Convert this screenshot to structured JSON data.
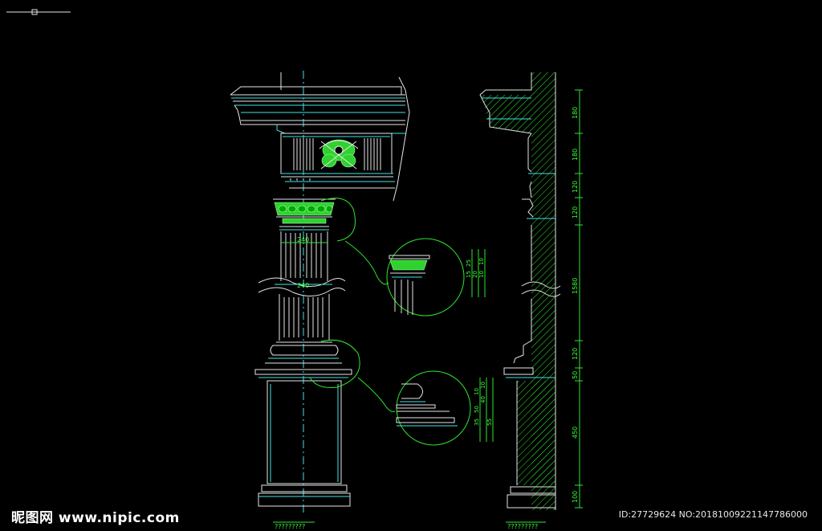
{
  "watermark": {
    "site_label": "昵图网 www.nipic.com",
    "image_id": "ID:27729624 NO:20181009221147786000"
  },
  "colors": {
    "background": "#000000",
    "outline": "#e6e6e6",
    "cyan": "#3ee6e6",
    "green": "#2fe62f",
    "ornament": "#2fd22f"
  },
  "drawing": {
    "top_dimension_labels": [
      "240",
      "240"
    ],
    "right_dimensions": [
      {
        "label": "180"
      },
      {
        "label": "180"
      },
      {
        "label": "120"
      },
      {
        "label": "120"
      },
      {
        "label": "1580"
      },
      {
        "label": "120"
      },
      {
        "label": "50"
      },
      {
        "label": "450"
      },
      {
        "label": "100"
      }
    ],
    "detail_upper_labels": [
      "15",
      "25",
      "20",
      "10",
      "10"
    ],
    "detail_lower_labels": [
      "10",
      "10",
      "40",
      "50",
      "35",
      "55"
    ],
    "bottom_labels": [
      "?????????",
      "?????????"
    ]
  }
}
